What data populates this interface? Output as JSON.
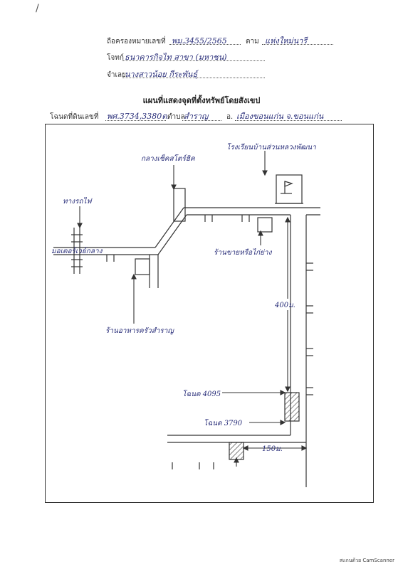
{
  "header": {
    "row1_label_1": "ถือครองหมายเลขที่",
    "row1_value_1": "พม.3455/2565",
    "row1_label_2": "ตาม",
    "row1_value_2": "แห่งใหม่นารี",
    "row2_label": "โจทก์",
    "row2_value": "ธนาคารกิจไท สาขา (มหาชน)",
    "row3_label": "จำเลย",
    "row3_value": "นางสาวน้อย  กีระพันธุ์"
  },
  "title": "แผนที่แสดงจุดที่ตั้งทรัพย์โดยสังเขป",
  "deed_row": {
    "label_1": "โฉนดที่ดินเลขที่",
    "value_1": "พศ.3734,3380ต.",
    "label_2": "ตำบล",
    "value_2": "สำราญ",
    "label_3": "อ.",
    "value_3": "เมืองขอนแก่น จ.ขอนแก่น"
  },
  "map_labels": {
    "school": "โรงเรียนบ้านส่วนหลวงพัฒนา",
    "rubber_shop": "กลางเซ็คสโตร์ฮิค",
    "south_left": "ทางรถไฟ",
    "road_left": "มอเตอร์เวย์กลาง",
    "shop_right": "ร้านขายหรือไก่ย่าง",
    "food_shop": "ร้านอาหารครัวสำราญ",
    "distance_400": "400ม.",
    "plot_1": "โฉนด 4095",
    "plot_2": "โฉนด 3790",
    "distance_150": "150ม."
  },
  "footer": "สแกนด้วย CamScanner",
  "corner_mark": "/"
}
